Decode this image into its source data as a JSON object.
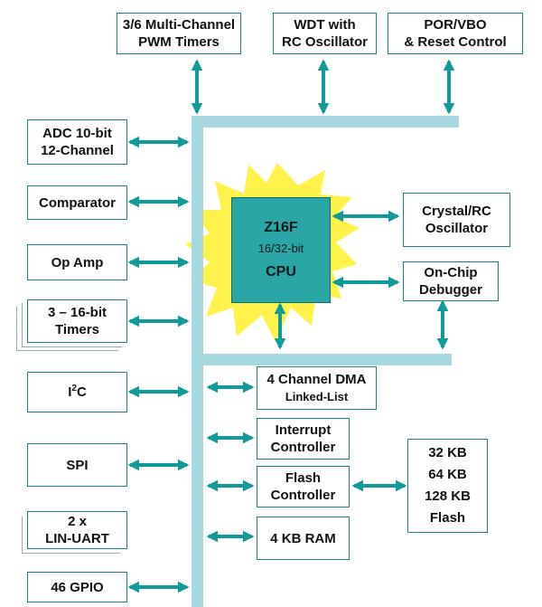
{
  "colors": {
    "bus": "#a7d7df",
    "arrow": "#109a9a",
    "box_border": "#1b7f7f",
    "cpu_fill": "#2aa6a6",
    "starburst": "#fff24a"
  },
  "top_blocks": {
    "pwm": [
      "3/6 Multi-Channel",
      "PWM Timers"
    ],
    "wdt": [
      "WDT with",
      "RC Oscillator"
    ],
    "por": [
      "POR/VBO",
      "& Reset Control"
    ]
  },
  "left_blocks": {
    "adc": [
      "ADC 10-bit",
      "12-Channel"
    ],
    "comparator": "Comparator",
    "opamp": "Op Amp",
    "timers": [
      "3 – 16-bit",
      "Timers"
    ],
    "i2c": {
      "base": "I",
      "sup": "2",
      "tail": "C"
    },
    "spi": "SPI",
    "uart": [
      "2 x",
      "LIN-UART"
    ],
    "gpio": "46 GPIO"
  },
  "cpu": {
    "name": "Z16F",
    "bits": "16/32-bit",
    "label": "CPU"
  },
  "right_blocks": {
    "crystal": [
      "Crystal/RC",
      "Oscillator"
    ],
    "debugger": [
      "On-Chip",
      "Debugger"
    ]
  },
  "bottom_blocks": {
    "dma": [
      "4 Channel DMA",
      "Linked-List"
    ],
    "interrupt": [
      "Interrupt",
      "Controller"
    ],
    "flash_ctrl": [
      "Flash",
      "Controller"
    ],
    "ram": "4 KB RAM",
    "flash_mem": [
      "32 KB",
      "64 KB",
      "128 KB",
      "Flash"
    ]
  }
}
